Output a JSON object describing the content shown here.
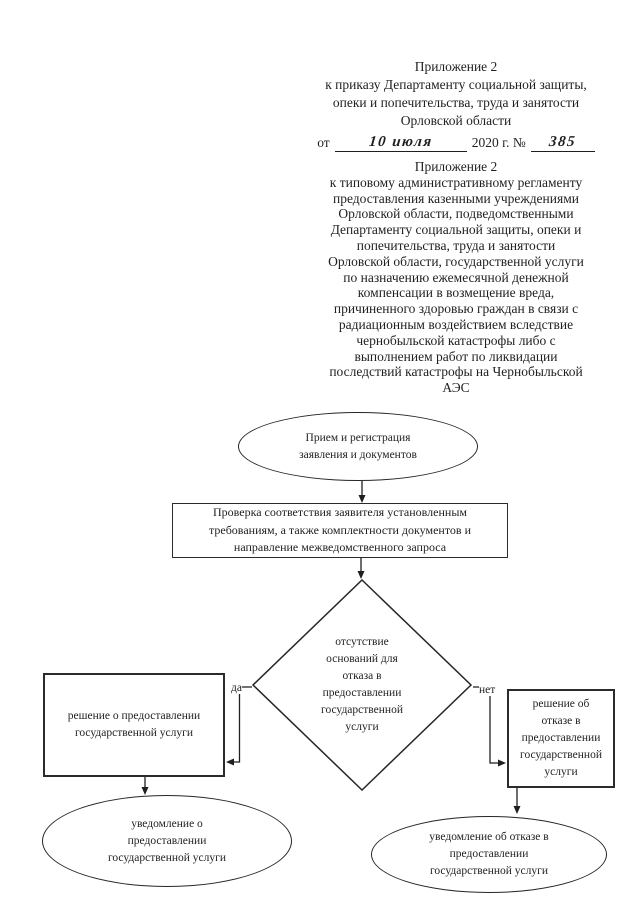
{
  "colors": {
    "background": "#ffffff",
    "ink": "#1f1f1f",
    "shape_border": "#2b2b2b"
  },
  "header": {
    "block1": {
      "lines": [
        "Приложение 2",
        "к приказу Департаменту социальной защиты,",
        "опеки и попечительства, труда и занятости",
        "Орловской области"
      ],
      "date_line": {
        "prefix": "от",
        "handwritten_date": "10 июля",
        "middle": "2020 г. №",
        "handwritten_number": "385"
      }
    },
    "block2": {
      "lines": [
        "Приложение 2",
        "к типовому административному регламенту",
        "предоставления казенными учреждениями",
        "Орловской области, подведомственными",
        "Департаменту социальной защиты, опеки и",
        "попечительства, труда и занятости",
        "Орловской области, государственной услуги",
        "по назначению ежемесячной денежной",
        "компенсации в возмещение вреда,",
        "причиненного здоровью граждан в связи с",
        "радиационным воздействием вследствие",
        "чернобыльской катастрофы либо с",
        "выполнением работ по ликвидации",
        "последствий катастрофы на Чернобыльской",
        "АЭС"
      ]
    }
  },
  "flowchart": {
    "nodes": {
      "start": {
        "shape": "ellipse",
        "label": "Прием и регистрация заявления и документов"
      },
      "check": {
        "shape": "rect",
        "label": "Проверка соответствия заявителя установленным требованиям, а также комплектности документов и направление межведомственного запроса"
      },
      "decision": {
        "shape": "diamond",
        "label": "отсутствие оснований для отказа в предоставлении государственной услуги"
      },
      "approve": {
        "shape": "rect",
        "label": "решение о предоставлении государственной услуги"
      },
      "deny": {
        "shape": "rect",
        "label": "решение об отказе в предоставлении государственной услуги"
      },
      "notify_approve": {
        "shape": "ellipse",
        "label": "уведомление о предоставлении государственной услуги"
      },
      "notify_deny": {
        "shape": "ellipse",
        "label": "уведомление об отказе в предоставлении государственной услуги"
      }
    },
    "edges": {
      "yes_label": "да",
      "no_label": "нет"
    }
  }
}
